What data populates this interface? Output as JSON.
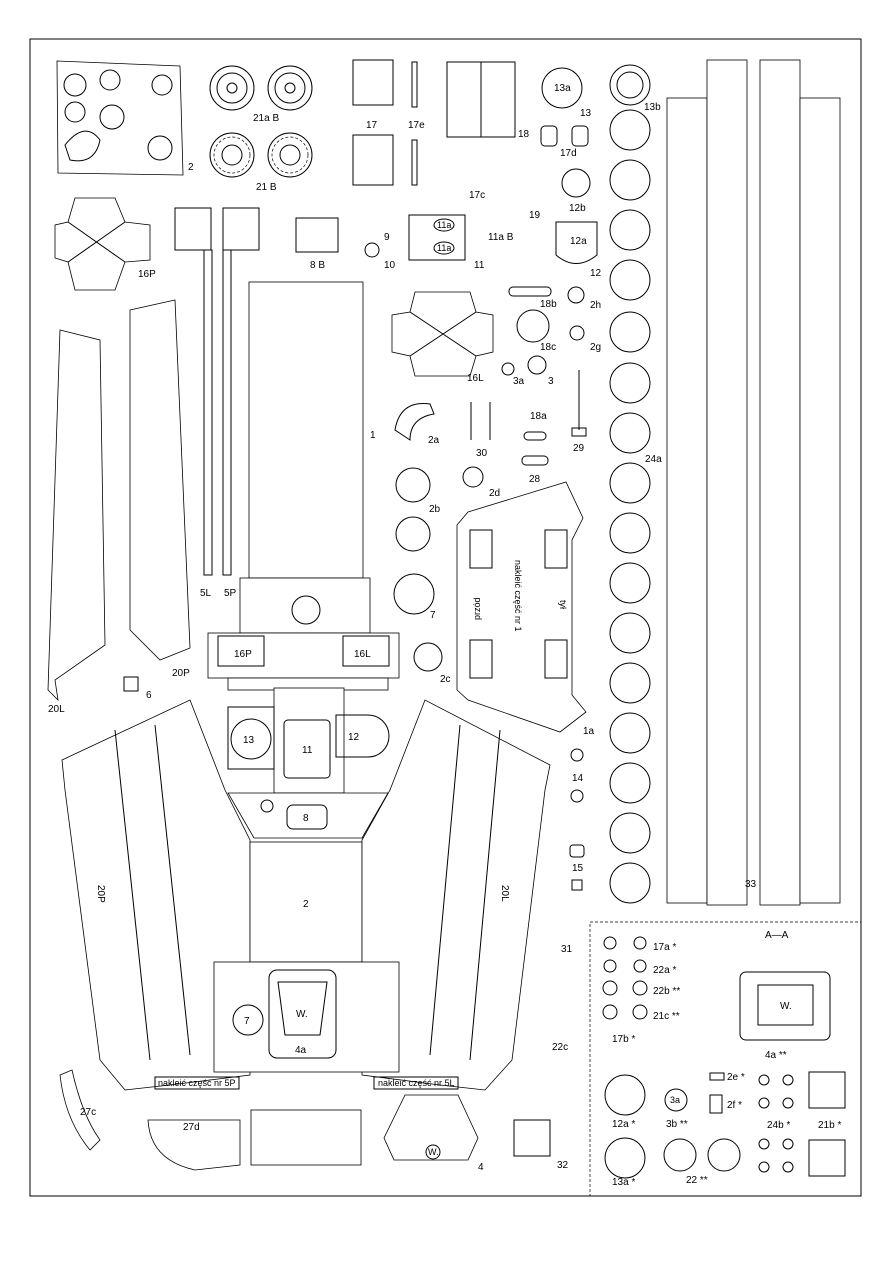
{
  "labels": {
    "p2": "2",
    "p21a": "21a  B",
    "p21": "21  B",
    "p17": "17",
    "p17e": "17e",
    "p18": "18",
    "p13a": "13a",
    "p13": "13",
    "p13b": "13b",
    "p17d": "17d",
    "p17c": "17c",
    "p19": "19",
    "p12b": "12b",
    "p16P": "16P",
    "p8": "8  B",
    "p9": "9",
    "p10": "10",
    "p11": "11",
    "p11a_box1": "11a",
    "p11a_box2": "11a",
    "p11aB": "11a  B",
    "p12a": "12a",
    "p12": "12",
    "p18b": "18b",
    "p2h": "2h",
    "p18c": "18c",
    "p2g": "2g",
    "p16L": "16L",
    "p3a": "3a",
    "p3": "3",
    "p1": "1",
    "p2a": "2a",
    "p30": "30",
    "p18a": "18a",
    "p29": "29",
    "p24a": "24a",
    "p2d": "2d",
    "p28": "28",
    "p2b": "2b",
    "p5L": "5L",
    "p5P": "5P",
    "p7": "7",
    "p16P_box": "16P",
    "p16L_box": "16L",
    "p2c": "2c",
    "p20P": "20P",
    "p20L": "20L",
    "p6": "6",
    "p1a": "1a",
    "p13_box": "13",
    "p11_box": "11",
    "p12_box": "12",
    "p14": "14",
    "p8_box": "8",
    "p15": "15",
    "p20P_big": "20P",
    "p2_big": "2",
    "p20L_big": "20L",
    "p33": "33",
    "p31": "31",
    "p7_circle": "7",
    "pW_4a": "W.",
    "p4a": "4a",
    "p22c": "22c",
    "p5P_note": "nakleić  część  nr  5P",
    "p5L_note": "nakleić  część  nr  5L",
    "p27c": "27c",
    "p27d": "27d",
    "pW_4": "W.",
    "p4": "4",
    "p32": "32",
    "p1_note": "nakleić  część  nr  1",
    "p1_przod": "przód",
    "p1_tyl": "tył",
    "p17a": "17a *",
    "p22a": "22a *",
    "p22b": "22b **",
    "p21c": "21c **",
    "p17b": "17b *",
    "p4as": "4a **",
    "pW_box": "W.",
    "p12as": "12a *",
    "p3b": "3b **",
    "p3a_circle": "3a",
    "p2e": "2e *",
    "p2f": "2f *",
    "p24b": "24b *",
    "p21b": "21b *",
    "p13as": "13a *",
    "p22": "22 **",
    "pAA": "A—A"
  },
  "colors": {
    "line": "#000000",
    "paper": "#ffffff",
    "fill_dark": "#444444"
  }
}
